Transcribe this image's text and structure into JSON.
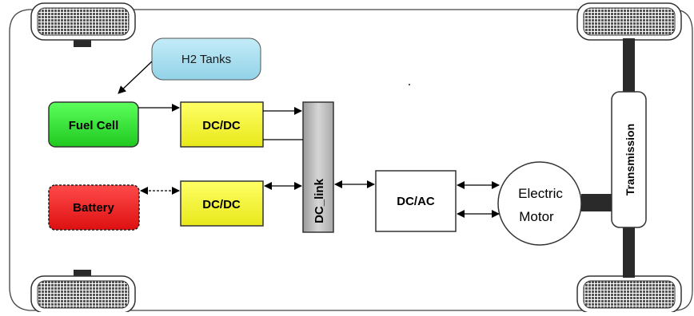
{
  "diagram": {
    "h2_tanks": "H2 Tanks",
    "fuel_cell": "Fuel Cell",
    "battery": "Battery",
    "dcdc_top": "DC/DC",
    "dcdc_bottom": "DC/DC",
    "dc_link": "DC_link",
    "dcac": "DC/AC",
    "motor_line1": "Electric",
    "motor_line2": "Motor",
    "transmission": "Transmission"
  },
  "colors": {
    "fuel_cell": "#33dd33",
    "battery": "#ee2020",
    "dcdc": "#f5f52a",
    "h2_tanks": "#a8dff0",
    "dc_link": "#c4c4c4",
    "axle": "#2a2a2a"
  }
}
